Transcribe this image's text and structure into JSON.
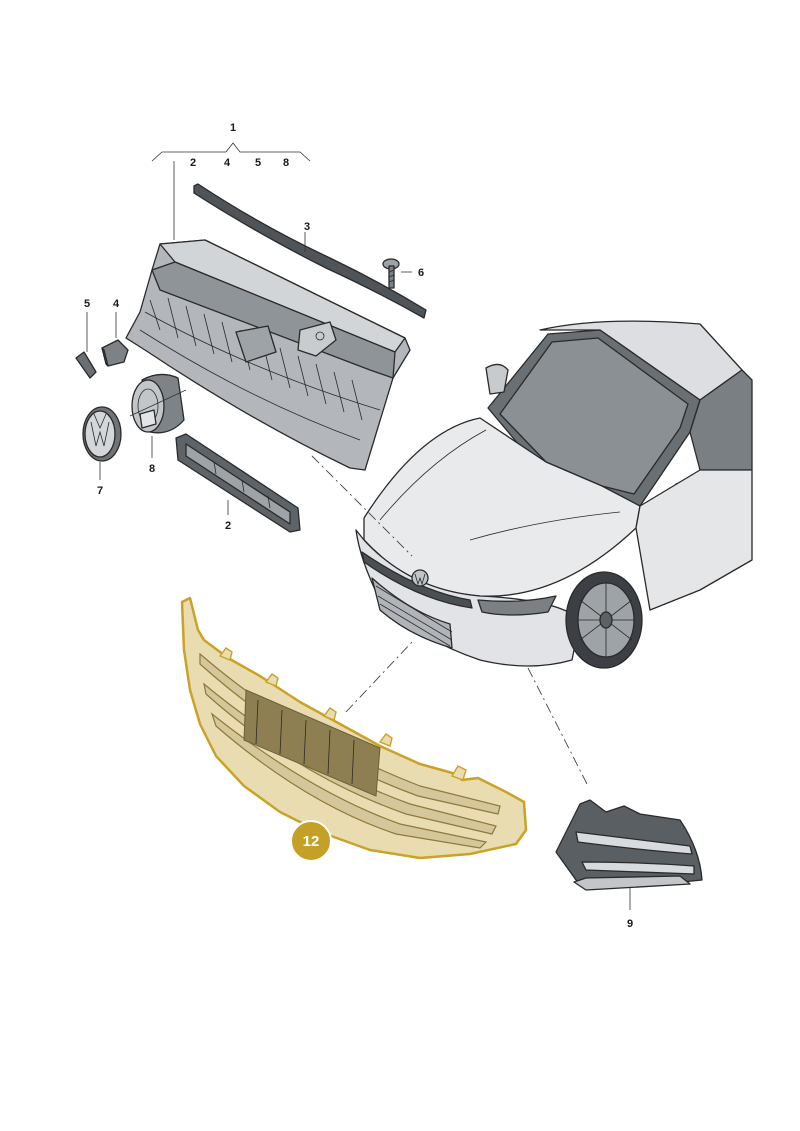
{
  "labels": {
    "group_number": "1",
    "group_items": [
      "2",
      "4",
      "5",
      "8"
    ],
    "p2_top": "2",
    "p2_bottom": "2",
    "p3": "3",
    "p4": "4",
    "p5": "5",
    "p6": "6",
    "p7": "7",
    "p8": "8",
    "p9": "9",
    "p12": "12"
  },
  "colors": {
    "highlight_fill": "#e8dcb0",
    "highlight_stroke": "#c9a227",
    "callout": "#c4a026",
    "part_dark": "#5a5f63",
    "part_mid": "#8b9094",
    "part_light": "#c7cacd",
    "car_body": "#e9eaec"
  },
  "icons": {
    "badge": "vw-logo-icon"
  }
}
